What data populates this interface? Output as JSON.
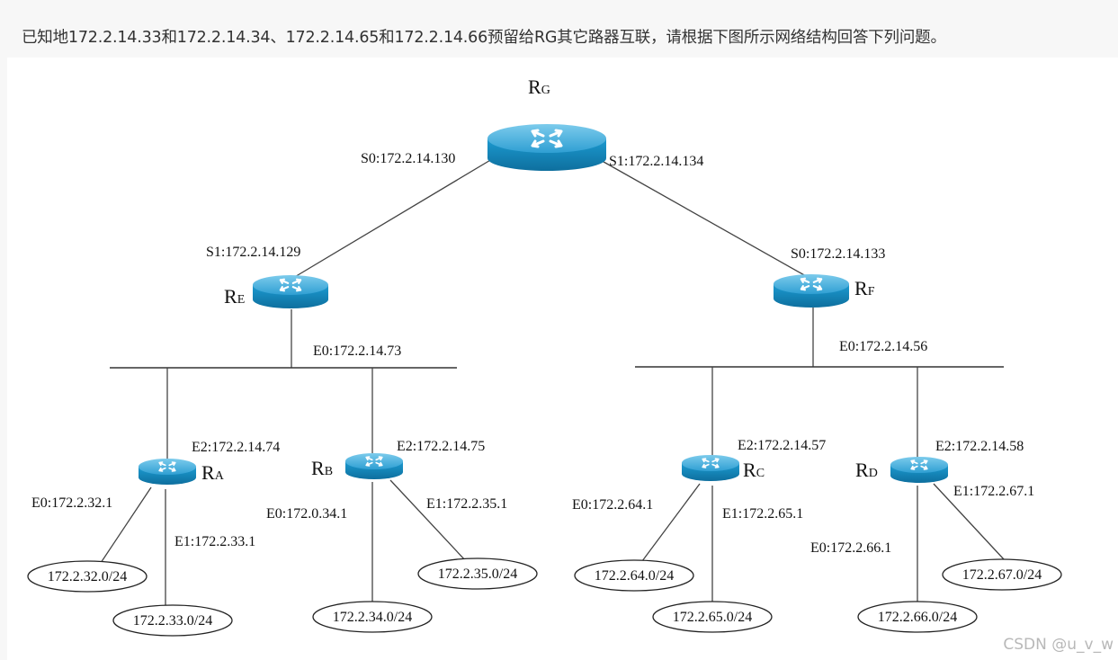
{
  "question": "已知地172.2.14.33和172.2.14.34、172.2.14.65和172.2.14.66预留给RG其它路器互联，请根据下图所示网络结构回答下列问题。",
  "routers": {
    "RG": {
      "main": "R",
      "sub": "G",
      "s0": "S0:172.2.14.130",
      "s1": "S1:172.2.14.134"
    },
    "RE": {
      "main": "R",
      "sub": "E",
      "s1": "S1:172.2.14.129",
      "e0": "E0:172.2.14.73"
    },
    "RF": {
      "main": "R",
      "sub": "F",
      "s0": "S0:172.2.14.133",
      "e0": "E0:172.2.14.56"
    },
    "RA": {
      "main": "R",
      "sub": "A",
      "e2": "E2:172.2.14.74",
      "e0": "E0:172.2.32.1",
      "e1": "E1:172.2.33.1"
    },
    "RB": {
      "main": "R",
      "sub": "B",
      "e2": "E2:172.2.14.75",
      "e0": "E0:172.0.34.1",
      "e1": "E1:172.2.35.1"
    },
    "RC": {
      "main": "R",
      "sub": "C",
      "e2": "E2:172.2.14.57",
      "e0": "E0:172.2.64.1",
      "e1": "E1:172.2.65.1"
    },
    "RD": {
      "main": "R",
      "sub": "D",
      "e2": "E2:172.2.14.58",
      "e0": "E0:172.2.66.1",
      "e1": "E1:172.2.67.1"
    }
  },
  "networks": {
    "n32": "172.2.32.0/24",
    "n33": "172.2.33.0/24",
    "n34": "172.2.34.0/24",
    "n35": "172.2.35.0/24",
    "n64": "172.2.64.0/24",
    "n65": "172.2.65.0/24",
    "n66": "172.2.66.0/24",
    "n67": "172.2.67.0/24"
  },
  "watermark": "CSDN @u_v_w",
  "colors": {
    "router_body": "#1a8fc4",
    "router_top": "#5bb8e0",
    "arrow": "#ffffff"
  },
  "icons": {
    "router": "router-icon"
  }
}
